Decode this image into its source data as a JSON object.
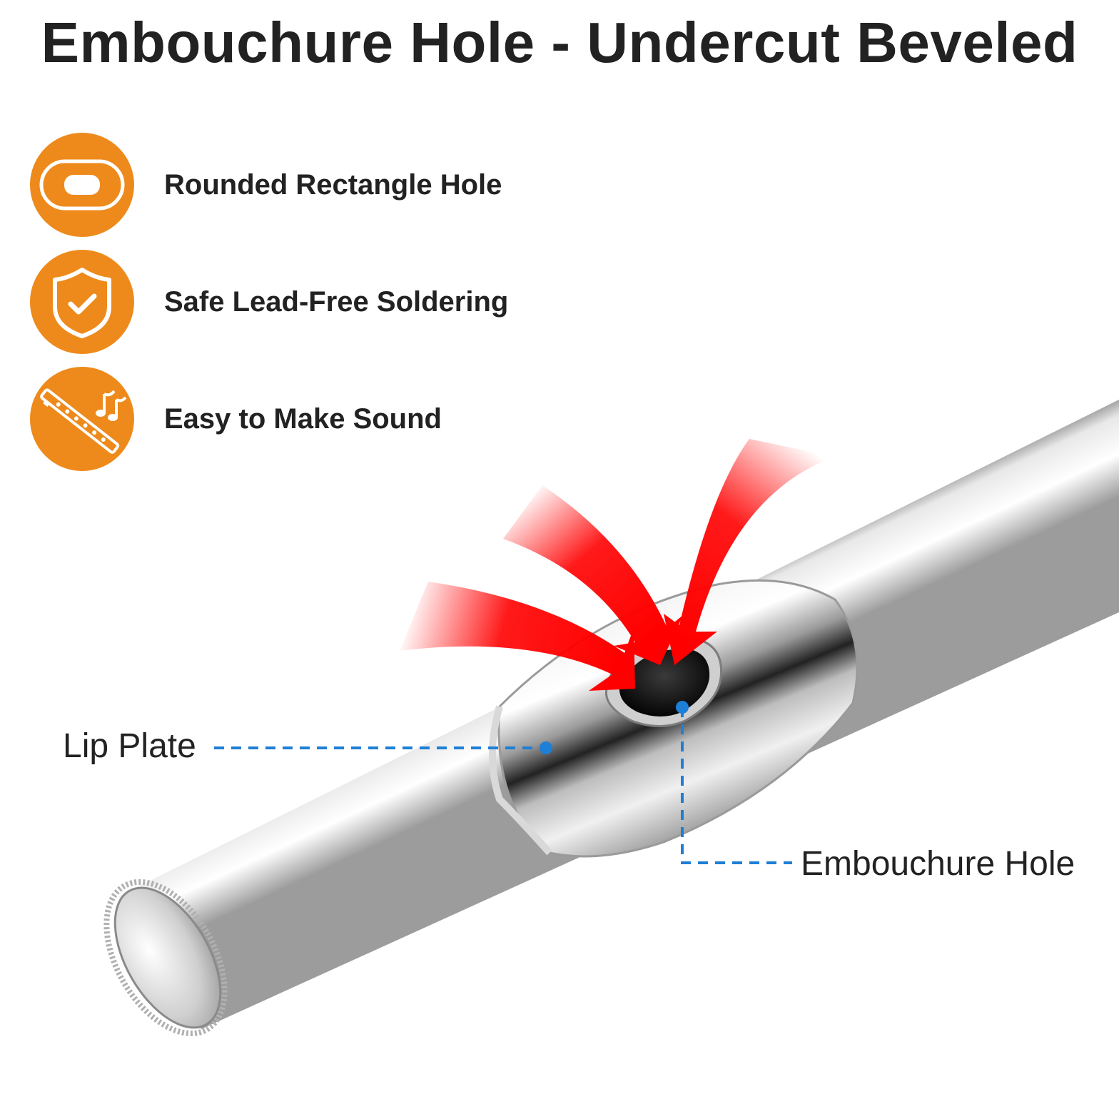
{
  "title": "Embouchure Hole - Undercut Beveled",
  "colors": {
    "badge": "#EE8A1B",
    "callout_line": "#1E7FD6",
    "arrow": "#FF0000",
    "text": "#222222"
  },
  "features": [
    {
      "icon": "rounded-rectangle-icon",
      "label": "Rounded Rectangle Hole"
    },
    {
      "icon": "shield-check-icon",
      "label": "Safe Lead-Free Soldering"
    },
    {
      "icon": "flute-music-note-icon",
      "label": "Easy to Make Sound"
    }
  ],
  "callouts": {
    "lip_plate": "Lip Plate",
    "embouchure_hole": "Embouchure Hole"
  }
}
